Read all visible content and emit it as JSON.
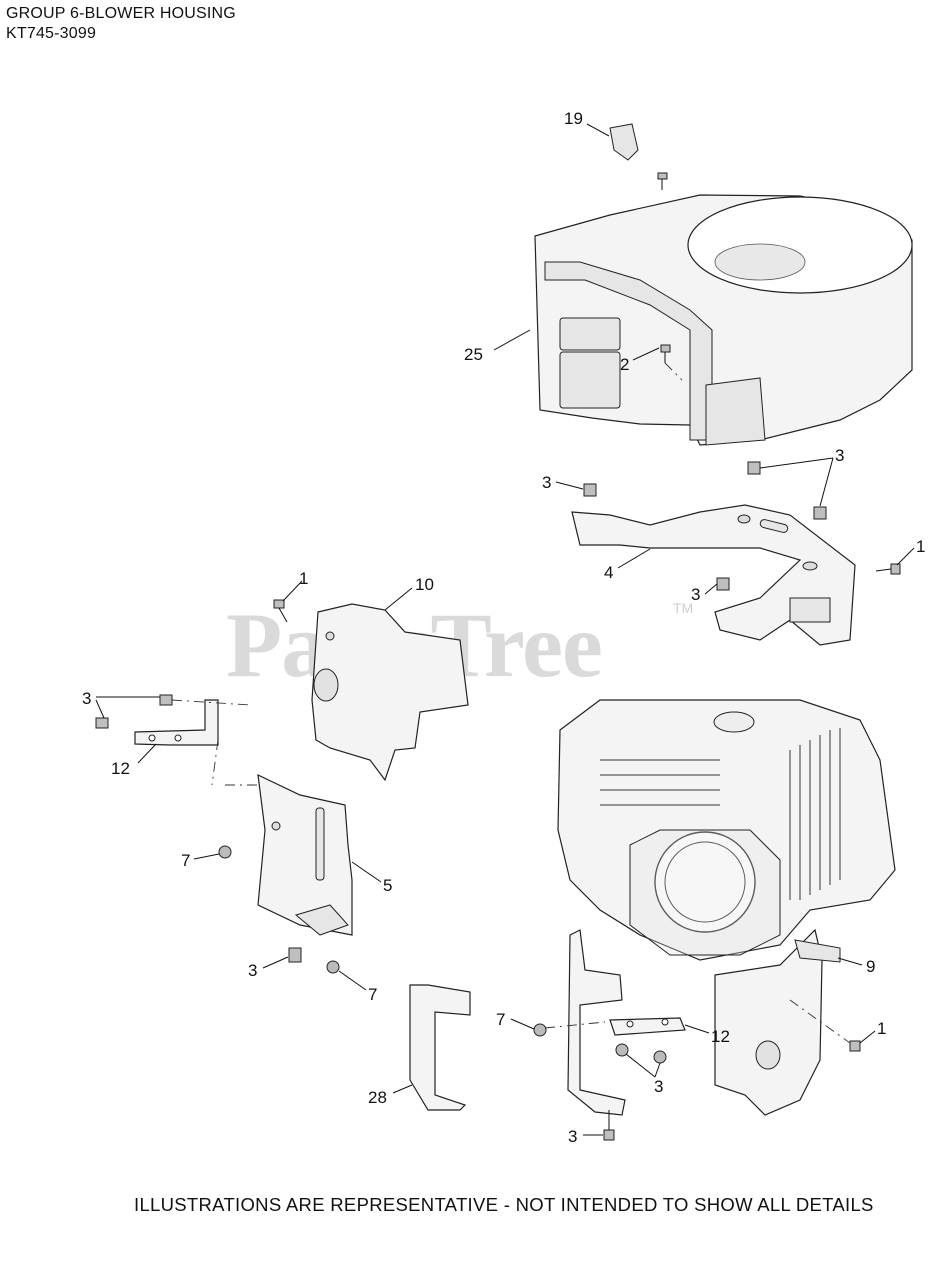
{
  "header": {
    "title_line1": "GROUP 6-BLOWER HOUSING",
    "title_line2": "KT745-3099"
  },
  "footer": {
    "note": "ILLUSTRATIONS ARE REPRESENTATIVE - NOT INTENDED TO SHOW ALL DETAILS"
  },
  "watermark": {
    "text": "PartsTree",
    "tm": "TM"
  },
  "callouts": [
    "19",
    "25",
    "2",
    "3",
    "3",
    "4",
    "1",
    "3",
    "1",
    "10",
    "3",
    "12",
    "7",
    "5",
    "3",
    "7",
    "28",
    "9",
    "7",
    "12",
    "3",
    "1",
    "3"
  ]
}
